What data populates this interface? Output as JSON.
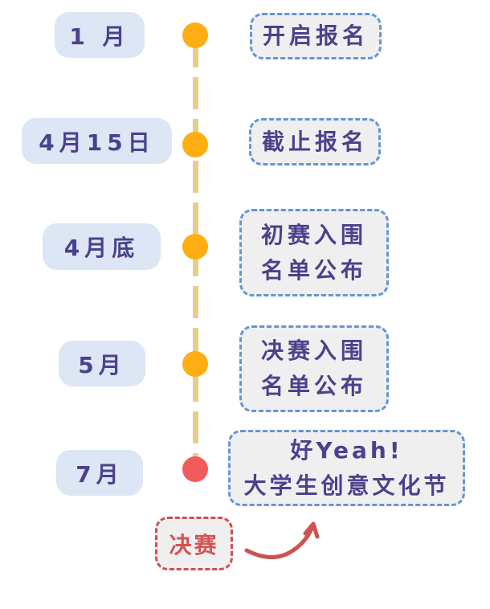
{
  "timeline": [
    {
      "date": "1 月",
      "event_lines": [
        "开启报名"
      ]
    },
    {
      "date": "4月15日",
      "event_lines": [
        "截止报名"
      ]
    },
    {
      "date": "4月底",
      "event_lines": [
        "初赛入围",
        "名单公布"
      ]
    },
    {
      "date": "5月",
      "event_lines": [
        "决赛入围",
        "名单公布"
      ]
    },
    {
      "date": "7月",
      "event_lines": [
        "好Yeah!",
        "大学生创意文化节"
      ]
    }
  ],
  "final_tag": "决赛",
  "colors": {
    "dot": "#feae12",
    "final_dot": "#f25b5b",
    "text": "#4b418c",
    "line": "#e8cd8b"
  }
}
